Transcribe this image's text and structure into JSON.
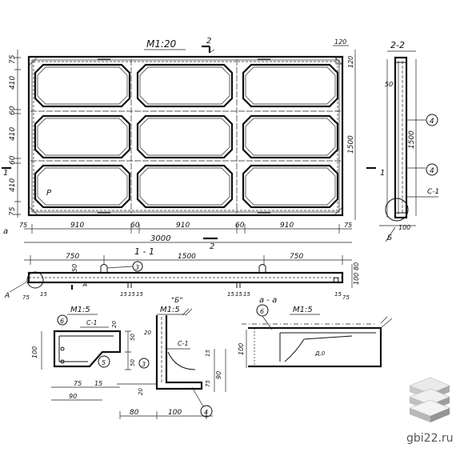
{
  "main_view": {
    "scale": "М1:20",
    "section_mark": "2",
    "row_heights": [
      "75",
      "410",
      "60",
      "410",
      "60",
      "410",
      "75"
    ],
    "col_widths": [
      "75",
      "910",
      "60",
      "910",
      "60",
      "910",
      "75"
    ],
    "total_width": "3000",
    "total_height": "1500",
    "corner_dim": "120",
    "side_mark": "1",
    "plate_mark": "Р",
    "section_a_mark": "а"
  },
  "section_2_2": {
    "title": "2-2",
    "dim_50": "50",
    "height": "1500",
    "label_c1": "С-1",
    "dim_100": "100",
    "callout_b": "Б",
    "callouts": [
      "4",
      "4"
    ]
  },
  "section_1_1": {
    "title": "1 - 1",
    "left_dim": "750",
    "mid_dim": "1500",
    "right_dim": "750",
    "dim_50": "50",
    "height_100": "100",
    "height_80": "80",
    "callout": "3",
    "view_a": "\"А\"",
    "callout_a": "А",
    "bottom_dims": [
      "15",
      "15",
      "15",
      "15",
      "15",
      "15",
      "15",
      "15"
    ],
    "left_small": "75",
    "right_small": "75"
  },
  "detail_a": {
    "scale": "М1:5",
    "c1": "С-1",
    "dim_20": "20",
    "dim_50a": "50",
    "dim_50b": "50",
    "dim_100": "100",
    "dim_75": "75",
    "dim_15": "15",
    "dim_90": "90",
    "callout_6": "6",
    "callout_5": "5"
  },
  "detail_b": {
    "title": "\"Б\"",
    "scale": "М1:5",
    "c1": "С-1",
    "dim_20": "20",
    "dim_15": "15",
    "dim_90": "90",
    "dim_75": "75",
    "dim_20b": "20",
    "dim_80": "80",
    "dim_100": "100",
    "callout_3": "3",
    "callout_4": "4"
  },
  "detail_aa": {
    "title": "а - а",
    "scale": "М1:5",
    "dim_100": "100",
    "callout_6": "6",
    "angle": "Д,0"
  },
  "watermark": {
    "text": "gbi22.ru"
  }
}
